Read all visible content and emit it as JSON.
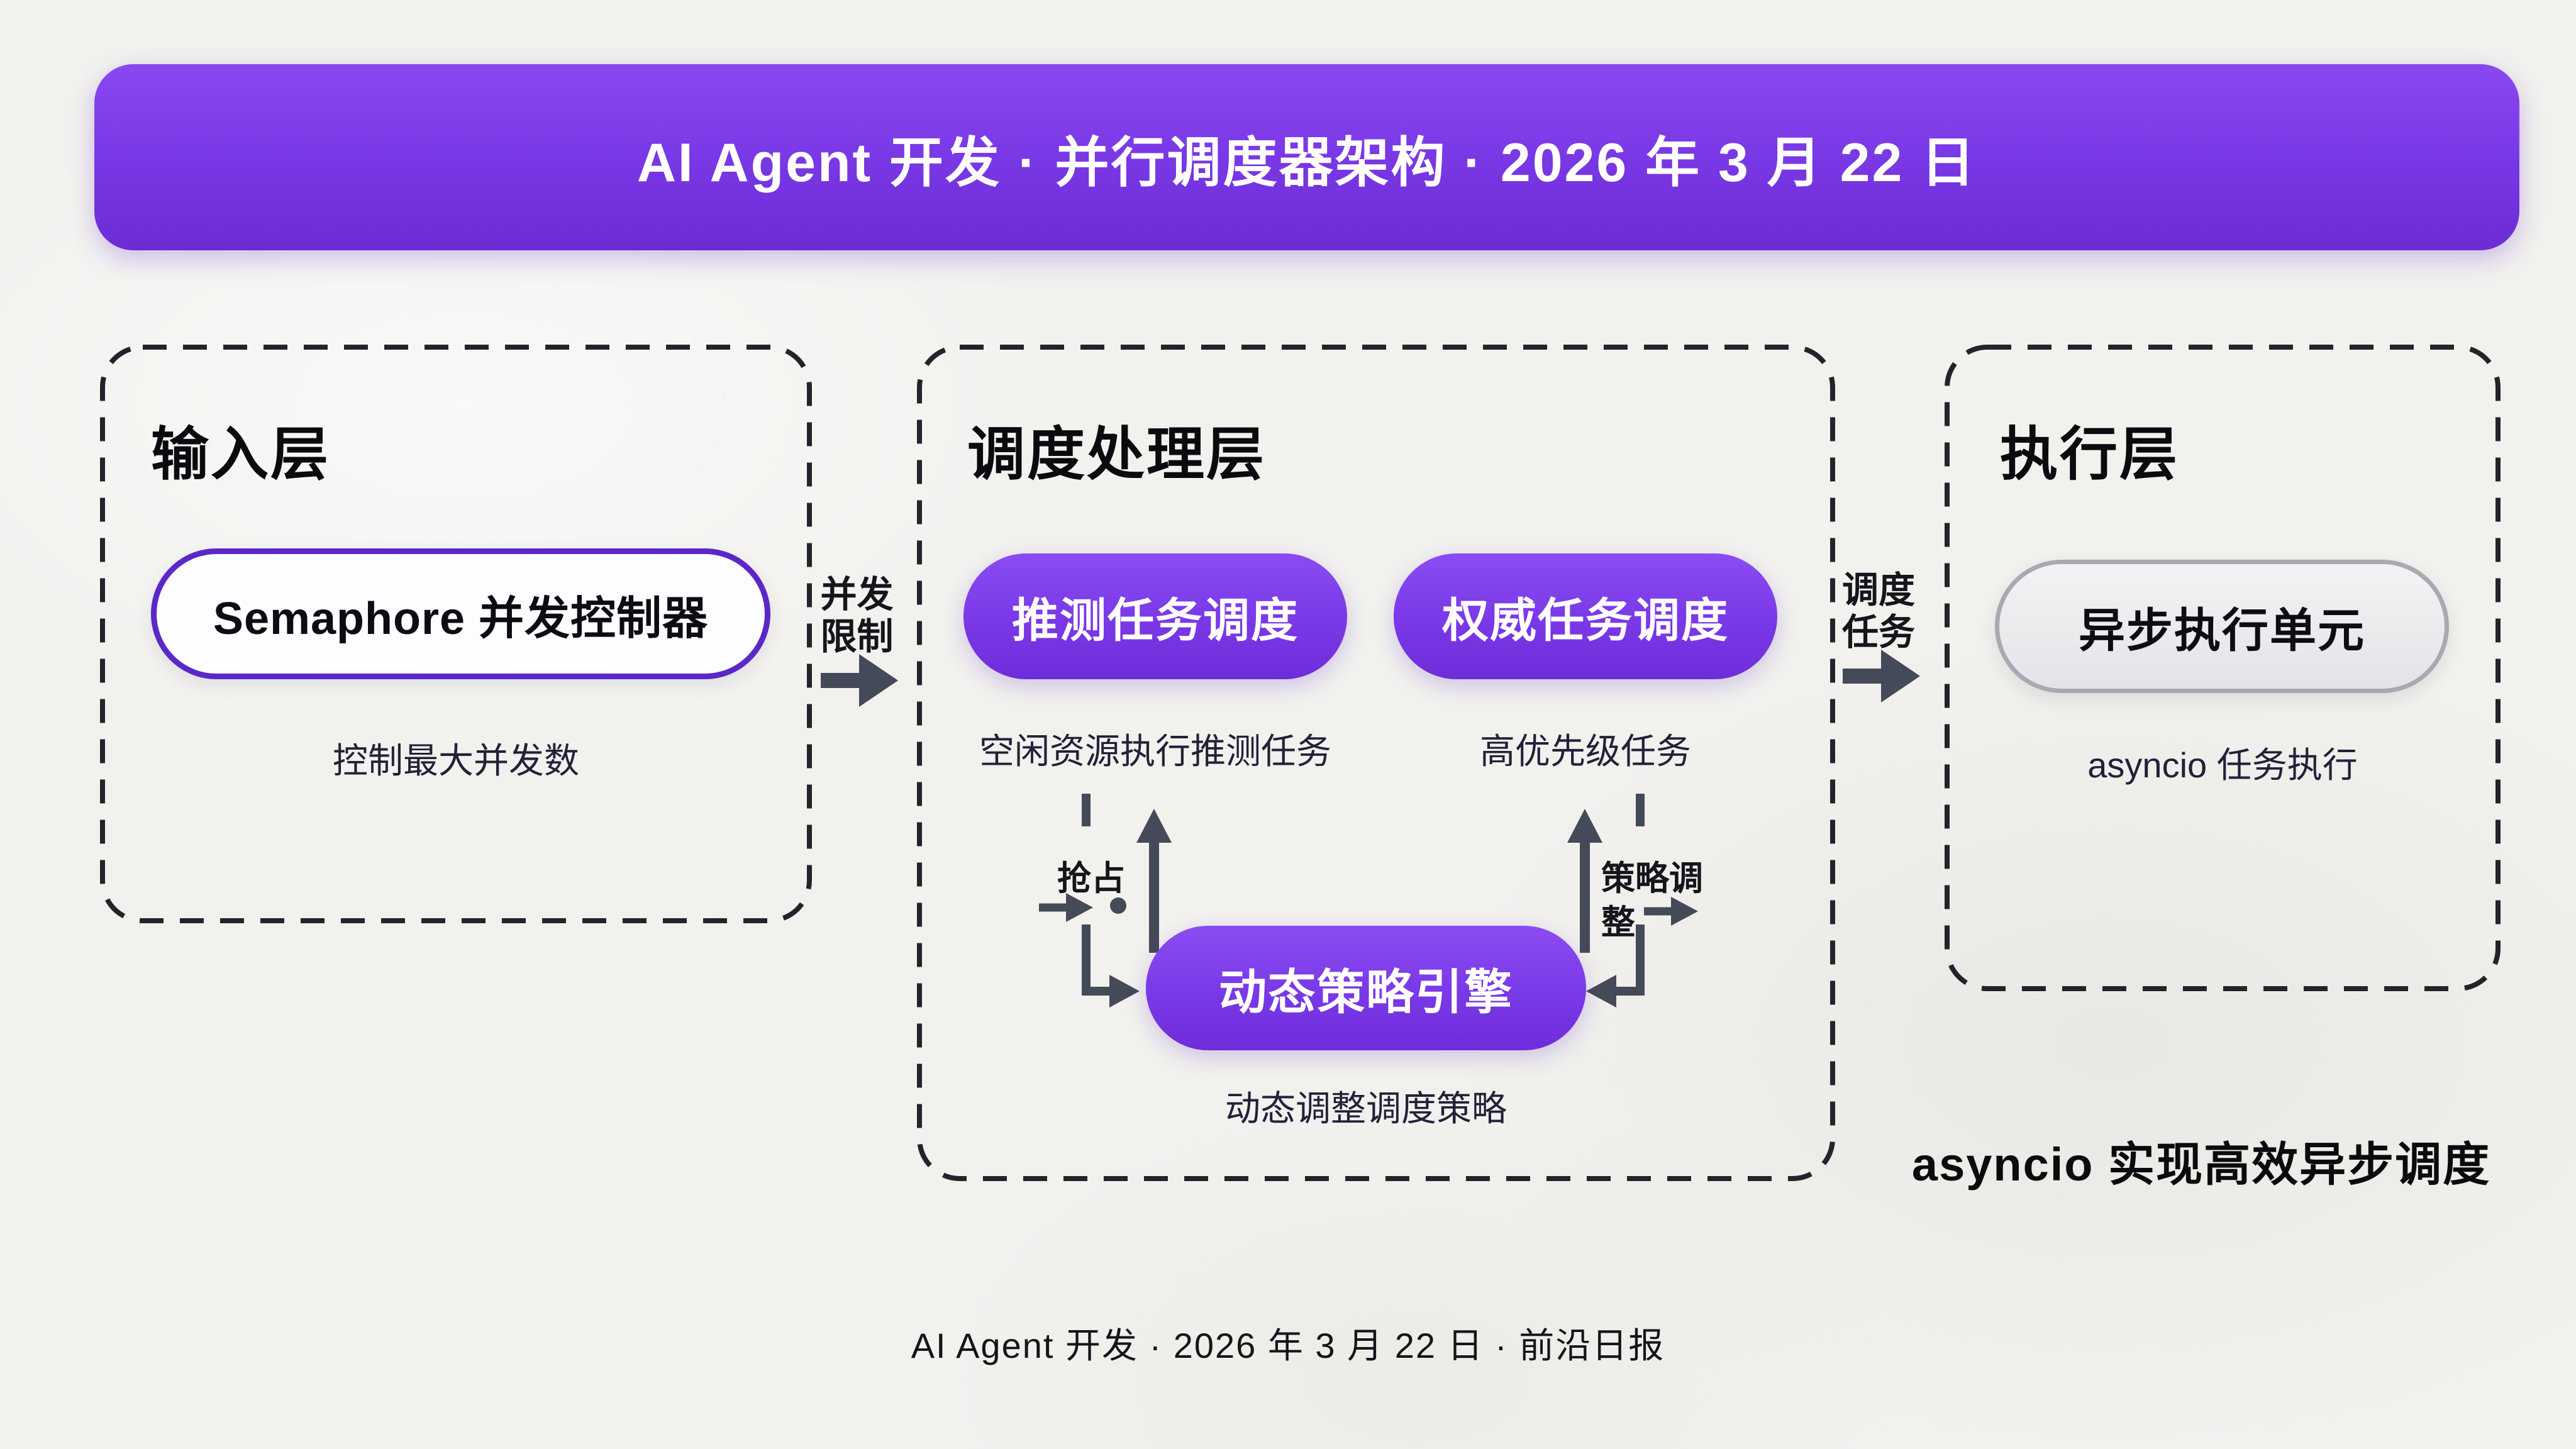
{
  "banner": {
    "title": "AI Agent 开发 · 并行调度器架构 · 2026 年 3 月 22 日"
  },
  "input_layer": {
    "heading": "输入层",
    "node_label": "Semaphore 并发控制器",
    "caption": "控制最大并发数"
  },
  "flow_concurrency_limit": {
    "line1": "并发",
    "line2": "限制"
  },
  "scheduling_layer": {
    "heading": "调度处理层",
    "speculative_node": "推测任务调度",
    "speculative_caption": "空闲资源执行推测任务",
    "authoritative_node": "权威任务调度",
    "authoritative_caption": "高优先级任务",
    "preempt_label": "抢占",
    "policy_adjust_line1": "策略调",
    "policy_adjust_line2": "整",
    "engine_node": "动态策略引擎",
    "engine_caption": "动态调整调度策略"
  },
  "flow_dispatch": {
    "line1": "调度",
    "line2": "任务"
  },
  "execution_layer": {
    "heading": "执行层",
    "node_label": "异步执行单元",
    "caption": "asyncio 任务执行"
  },
  "side_note": "asyncio 实现高效异步调度",
  "footer": "AI Agent 开发 · 2026 年 3 月 22 日 · 前沿日报",
  "colors": {
    "accent_purple": "#7c3aed",
    "deep_purple_border": "#5b27c8",
    "arrow_gray": "#454a58",
    "dash_border": "#23232b",
    "neutral_pill_fill": "#e9e9ec",
    "neutral_pill_border": "#a8a9b1",
    "background": "#f2f1ee"
  }
}
